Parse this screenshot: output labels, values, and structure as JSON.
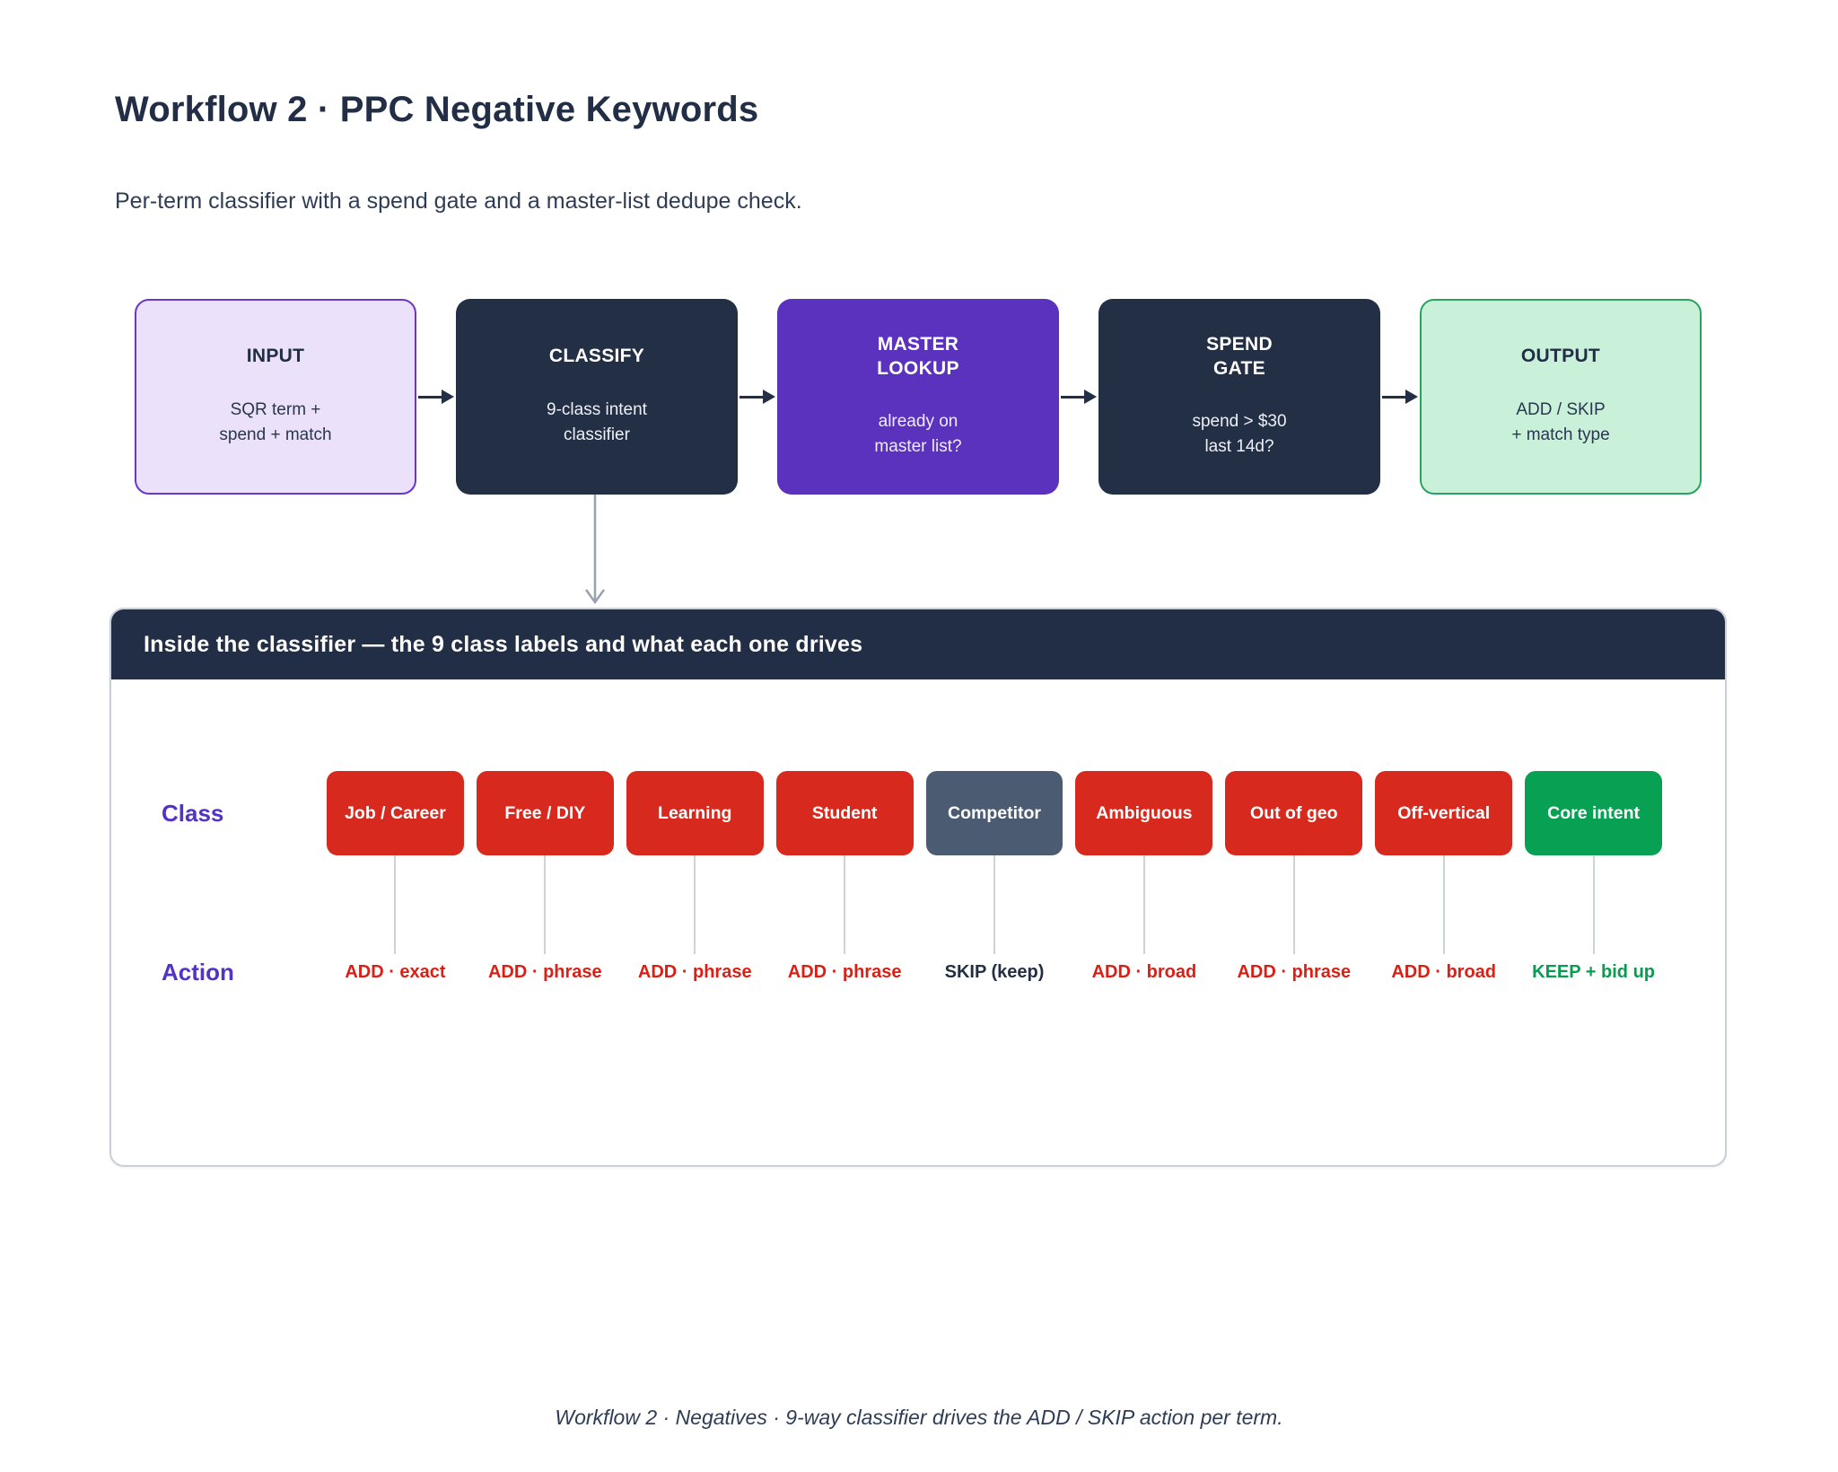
{
  "page": {
    "title": "Workflow 2 · PPC Negative Keywords",
    "subtitle": "Per-term classifier with a spend gate and a master-list dedupe check.",
    "caption": "Workflow 2 · Negatives · 9-way classifier drives the ADD / SKIP action per term."
  },
  "colors": {
    "navy": "#222E45",
    "purple_box": "#5B32BE",
    "lavender_fill": "#EBE1FA",
    "lavender_border": "#6A35CE",
    "green_fill": "#C9F1DA",
    "green_border": "#2AA35F",
    "chip_red": "#D7291D",
    "chip_slate": "#4A5B72",
    "chip_green": "#08A053",
    "row_label_purple": "#5233C4",
    "action_red": "#DC1F14",
    "action_green": "#0A9B50",
    "connector_gray": "#CDD3DB"
  },
  "flow": {
    "nodes": [
      {
        "title": "INPUT",
        "body": "SQR term +\nspend + match"
      },
      {
        "title": "CLASSIFY",
        "body": "9-class intent\nclassifier"
      },
      {
        "title": "MASTER\nLOOKUP",
        "body": "already on\nmaster list?"
      },
      {
        "title": "SPEND\nGATE",
        "body": "spend > $30\nlast 14d?"
      },
      {
        "title": "OUTPUT",
        "body": "ADD / SKIP\n+ match type"
      }
    ]
  },
  "classifier": {
    "header": "Inside the classifier — the 9 class labels and what each one drives",
    "row_labels": {
      "class": "Class",
      "action": "Action"
    },
    "classes": [
      {
        "label": "Job / Career",
        "action": "ADD · exact"
      },
      {
        "label": "Free / DIY",
        "action": "ADD · phrase"
      },
      {
        "label": "Learning",
        "action": "ADD · phrase"
      },
      {
        "label": "Student",
        "action": "ADD · phrase"
      },
      {
        "label": "Competitor",
        "action": "SKIP (keep)"
      },
      {
        "label": "Ambiguous",
        "action": "ADD · broad"
      },
      {
        "label": "Out of geo",
        "action": "ADD · phrase"
      },
      {
        "label": "Off-vertical",
        "action": "ADD · broad"
      },
      {
        "label": "Core intent",
        "action": "KEEP + bid up"
      }
    ]
  }
}
